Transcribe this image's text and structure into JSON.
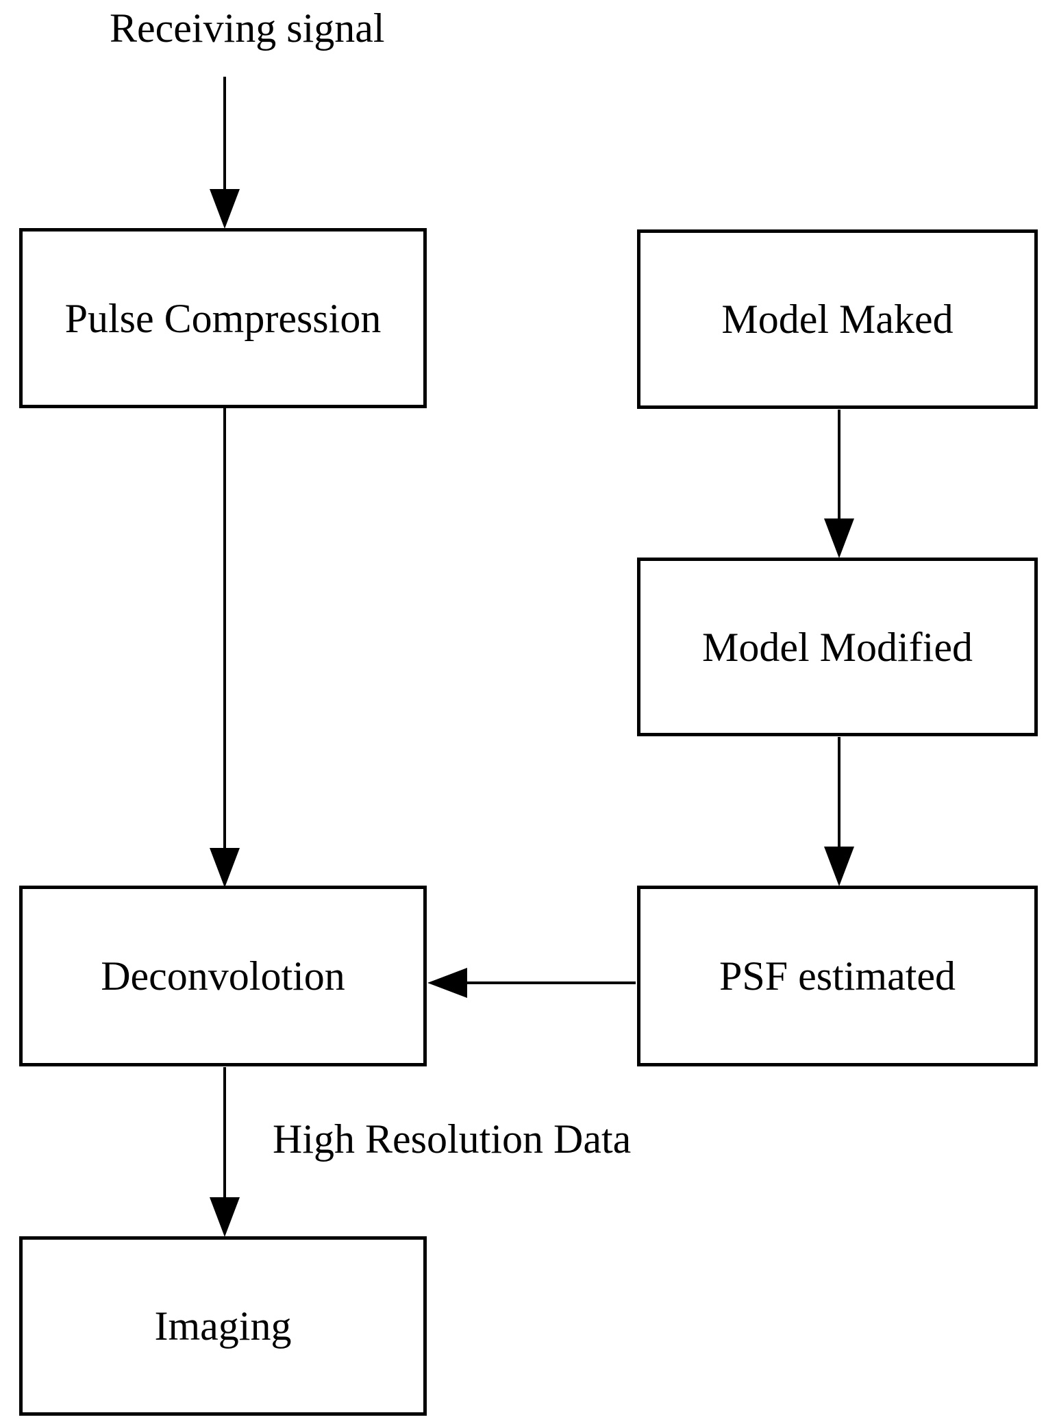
{
  "nodes": {
    "pulse_compression": "Pulse Compression",
    "model_maked": "Model Maked",
    "model_modified": "Model Modified",
    "psf_estimated": "PSF estimated",
    "deconvolotion": "Deconvolotion",
    "imaging": "Imaging"
  },
  "labels": {
    "receiving_signal": "Receiving signal",
    "high_resolution_data": "High Resolution Data"
  },
  "edges": [
    {
      "from": "Receiving signal",
      "to": "Pulse Compression",
      "label": ""
    },
    {
      "from": "Pulse Compression",
      "to": "Deconvolotion",
      "label": ""
    },
    {
      "from": "Model Maked",
      "to": "Model Modified",
      "label": ""
    },
    {
      "from": "Model Modified",
      "to": "PSF estimated",
      "label": ""
    },
    {
      "from": "PSF estimated",
      "to": "Deconvolotion",
      "label": ""
    },
    {
      "from": "Deconvolotion",
      "to": "Imaging",
      "label": "High Resolution Data"
    }
  ],
  "colors": {
    "ink": "#000000",
    "background": "#ffffff"
  }
}
